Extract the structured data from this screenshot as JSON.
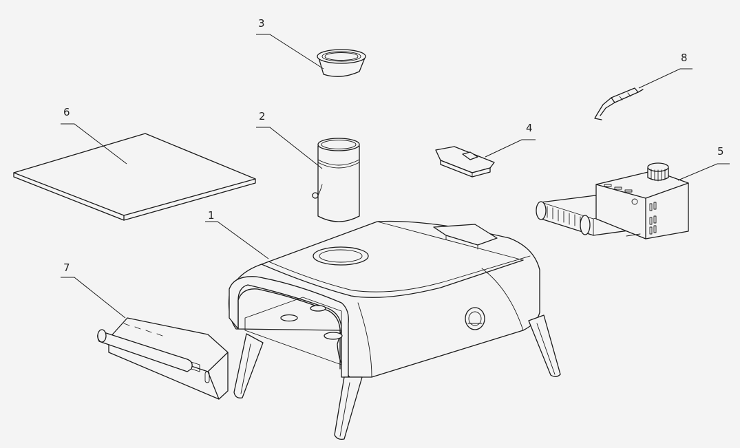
{
  "parts": [
    {
      "id": "part-1",
      "label": "1"
    },
    {
      "id": "part-2",
      "label": "2"
    },
    {
      "id": "part-3",
      "label": "3"
    },
    {
      "id": "part-4",
      "label": "4"
    },
    {
      "id": "part-5",
      "label": "5"
    },
    {
      "id": "part-6",
      "label": "6"
    },
    {
      "id": "part-7",
      "label": "7"
    },
    {
      "id": "part-8",
      "label": "8"
    }
  ],
  "colors": {
    "line": "#1a1a1a",
    "background": "#f4f4f4"
  }
}
